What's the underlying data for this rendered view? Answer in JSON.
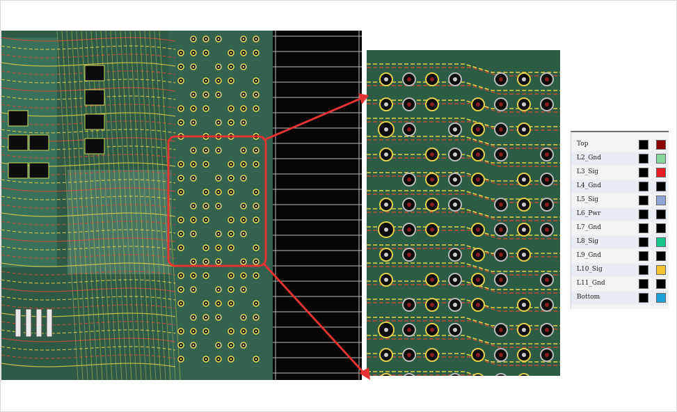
{
  "layer_panel": {
    "layers": [
      {
        "name": "Top",
        "color": "#8b0000"
      },
      {
        "name": "L2_Gnd",
        "color": "#88d8a0"
      },
      {
        "name": "L3_Sig",
        "color": "#e51c23"
      },
      {
        "name": "L4_Gnd",
        "color": "#000000"
      },
      {
        "name": "L5_Sig",
        "color": "#8ea6d6"
      },
      {
        "name": "L6_Pwr",
        "color": "#000000"
      },
      {
        "name": "L7_Gnd",
        "color": "#000000"
      },
      {
        "name": "L8_Sig",
        "color": "#19c48a"
      },
      {
        "name": "L9_Gnd",
        "color": "#000000"
      },
      {
        "name": "L10_Sig",
        "color": "#f4c430"
      },
      {
        "name": "L11_Gnd",
        "color": "#000000"
      },
      {
        "name": "Bottom",
        "color": "#1ea3d8"
      }
    ]
  },
  "colors": {
    "board_green": "#2f5a46",
    "trace_yellow": "#e8d24a",
    "trace_red": "#d24a3a",
    "highlight_red": "#e53333"
  }
}
